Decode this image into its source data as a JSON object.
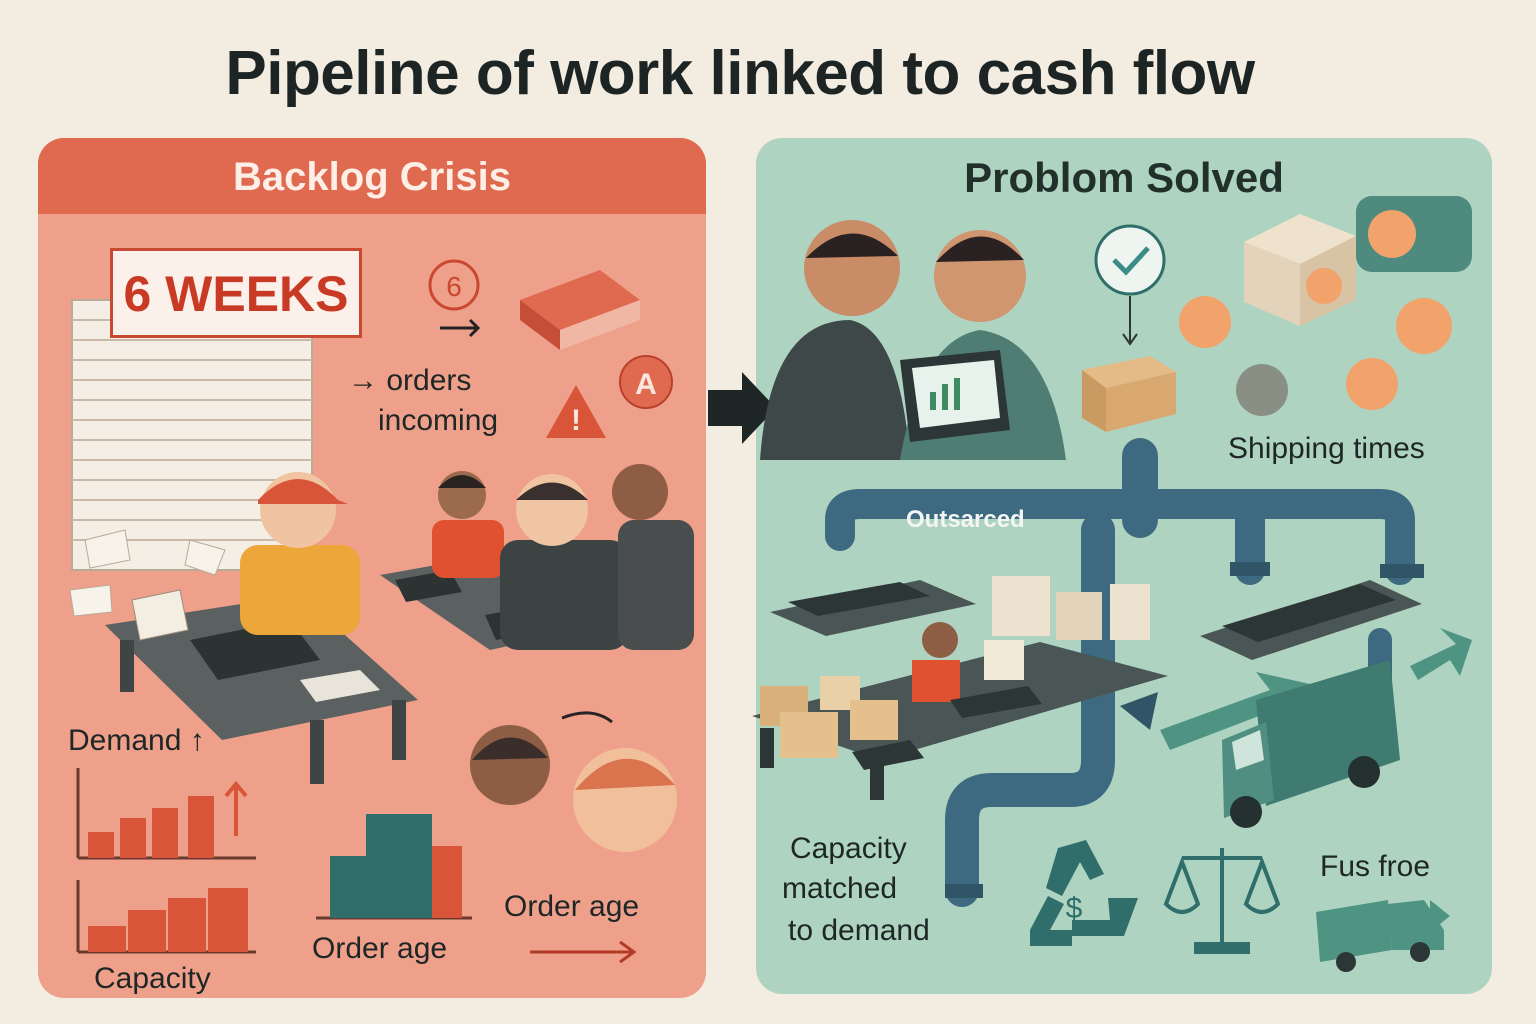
{
  "title": "Pipeline of work linked to cash flow",
  "left_panel": {
    "header": "Backlog Crisis",
    "badge": "6 WEEKS",
    "circle_number": "6",
    "circle_letter": "A",
    "orders_line1": "→ orders",
    "orders_line2": "incoming",
    "demand_label": "Demand ↑",
    "capacity_label": "Capacity",
    "order_age_label_1": "Order age",
    "order_age_label_2": "Order age"
  },
  "right_panel": {
    "header": "Problom Solved",
    "shipping_label": "Shipping times",
    "pipe_label": "Outsarced",
    "capacity_line1": "Capacity",
    "capacity_line2": "matched",
    "capacity_line3": "to demand",
    "fus_label": "Fus froe",
    "dollar_symbol": "$"
  },
  "colors": {
    "left_bg": "#eea08a",
    "left_header": "#e06a4f",
    "right_bg": "#aed3c1",
    "accent_red": "#d9553a",
    "accent_teal": "#2f6e6a",
    "pipe_blue": "#3d6a80"
  }
}
